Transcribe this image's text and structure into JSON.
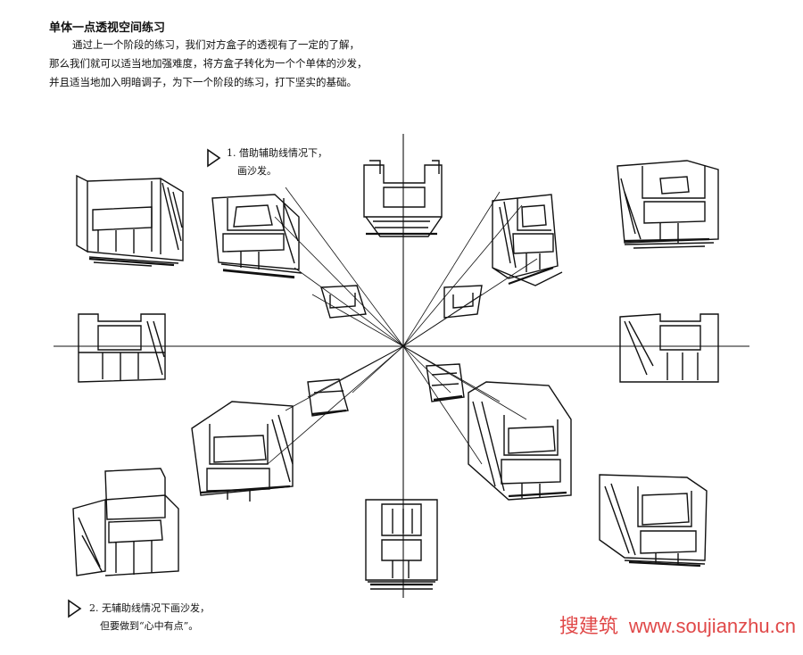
{
  "heading": "单体一点透视空间练习",
  "intro": [
    "通过上一个阶段的练习，我们对方盒子的透视有了一定的了解，",
    "那么我们就可以适当地加强难度，将方盒子转化为一个个单体的沙发，",
    "并且适当地加入明暗调子，为下一个阶段的练习，打下坚实的基础。"
  ],
  "note1": [
    "1. 借助辅助线情况下，",
    "画沙发。"
  ],
  "note2": [
    "2. 无辅助线情况下画沙发，",
    "但要做到“心中有点”。"
  ],
  "arrow_icon": "triangle-pointer-icon",
  "watermark": {
    "brand": "搜建筑",
    "url": "www.soujianzhu.cn",
    "color": "#e04848"
  }
}
